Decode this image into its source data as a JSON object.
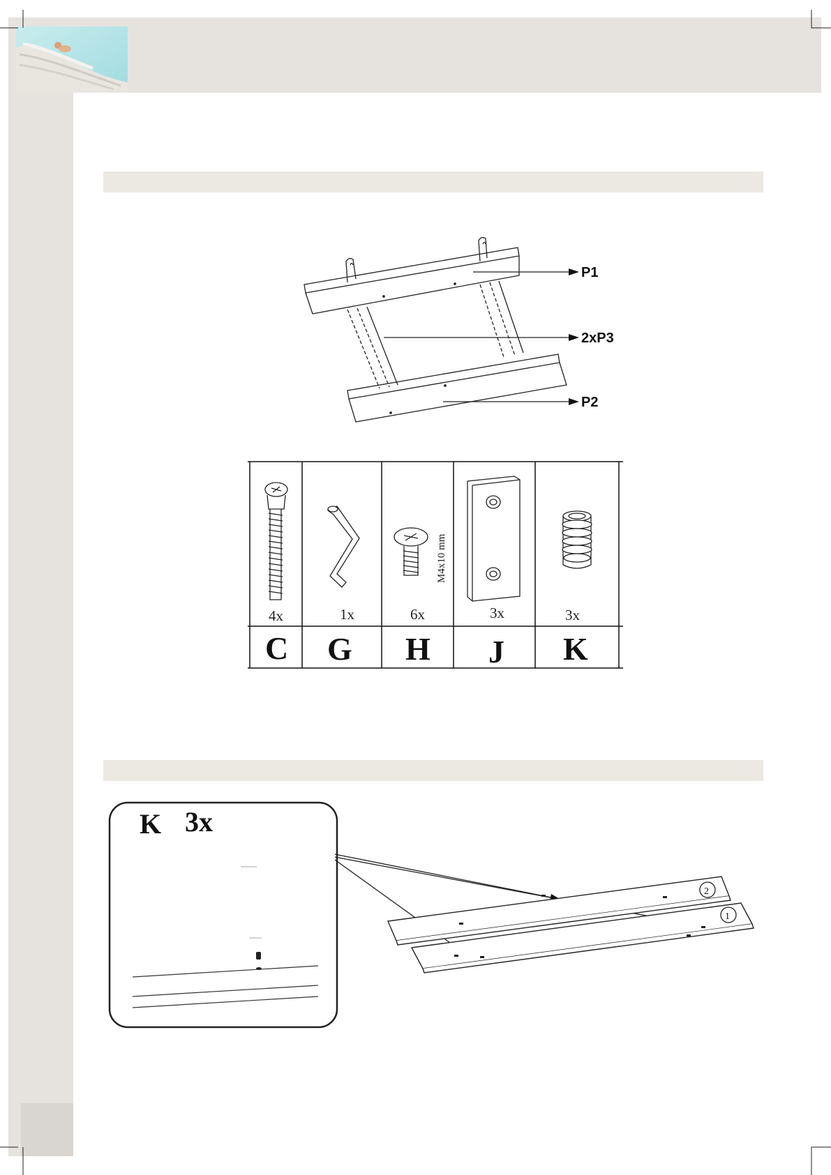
{
  "frame_labels": {
    "p1": "P1",
    "p3": "2xP3",
    "p2": "P2"
  },
  "parts_table": [
    {
      "qty": "4x",
      "letter": "C",
      "icon": "screw-long-icon"
    },
    {
      "qty": "1x",
      "letter": "G",
      "icon": "hex-key-icon"
    },
    {
      "qty": "6x",
      "letter": "H",
      "icon": "screw-short-icon",
      "spec": "M4x10 mm"
    },
    {
      "qty": "3x",
      "letter": "J",
      "icon": "connector-plate-icon"
    },
    {
      "qty": "3x",
      "letter": "K",
      "icon": "plastic-plug-icon"
    }
  ],
  "step_detail": {
    "letter": "K",
    "qty": "3x",
    "board_numbers": [
      "2",
      "1"
    ]
  }
}
